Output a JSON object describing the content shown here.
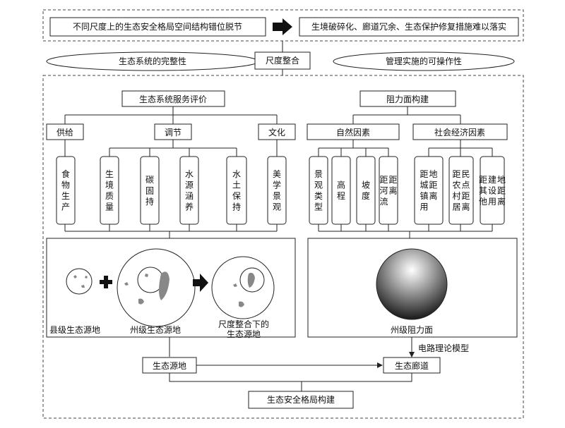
{
  "top": {
    "problem": "不同尺度上的生态安全格局空间结构错位脱节",
    "consequence": "生境破碎化、廊道冗余、生态保护修复措施难以落实"
  },
  "integration": {
    "left_ellipse": "生态系统的完整性",
    "center": "尺度整合",
    "right_ellipse": "管理实施的可操作性"
  },
  "left_branch": {
    "title": "生态系统服务评价",
    "categories": [
      {
        "label": "供给",
        "items": [
          "食\n物\n生\n产"
        ]
      },
      {
        "label": "调节",
        "items": [
          "生\n境\n质\n量",
          "碳\n固\n持",
          "水\n源\n涵\n养",
          "水\n土\n保\n持"
        ]
      },
      {
        "label": "文化",
        "items": [
          "美\n学\n景\n观"
        ]
      }
    ],
    "panel_labels": [
      "县级生态源地",
      "州级生态源地",
      "尺度整合下的",
      "生态源地"
    ]
  },
  "right_branch": {
    "title": "阻力面构建",
    "categories": [
      {
        "label": "自然因素",
        "items": [
          "景\n观\n类\n型",
          "高\n程",
          "坡\n度",
          "距\n河\n流\n距\n离"
        ]
      },
      {
        "label": "社会经济因素",
        "items": [
          "距\n城\n镇\n用\n地\n距\n离",
          "距\n农\n村\n居\n民\n点\n距\n离",
          "距\n其\n他\n建\n设\n用\n地\n距\n离"
        ]
      }
    ],
    "panel_label": "州级阻力面"
  },
  "bottom": {
    "source": "生态源地",
    "corridor": "生态廊道",
    "model": "电路理论模型",
    "result": "生态安全格局构建"
  }
}
